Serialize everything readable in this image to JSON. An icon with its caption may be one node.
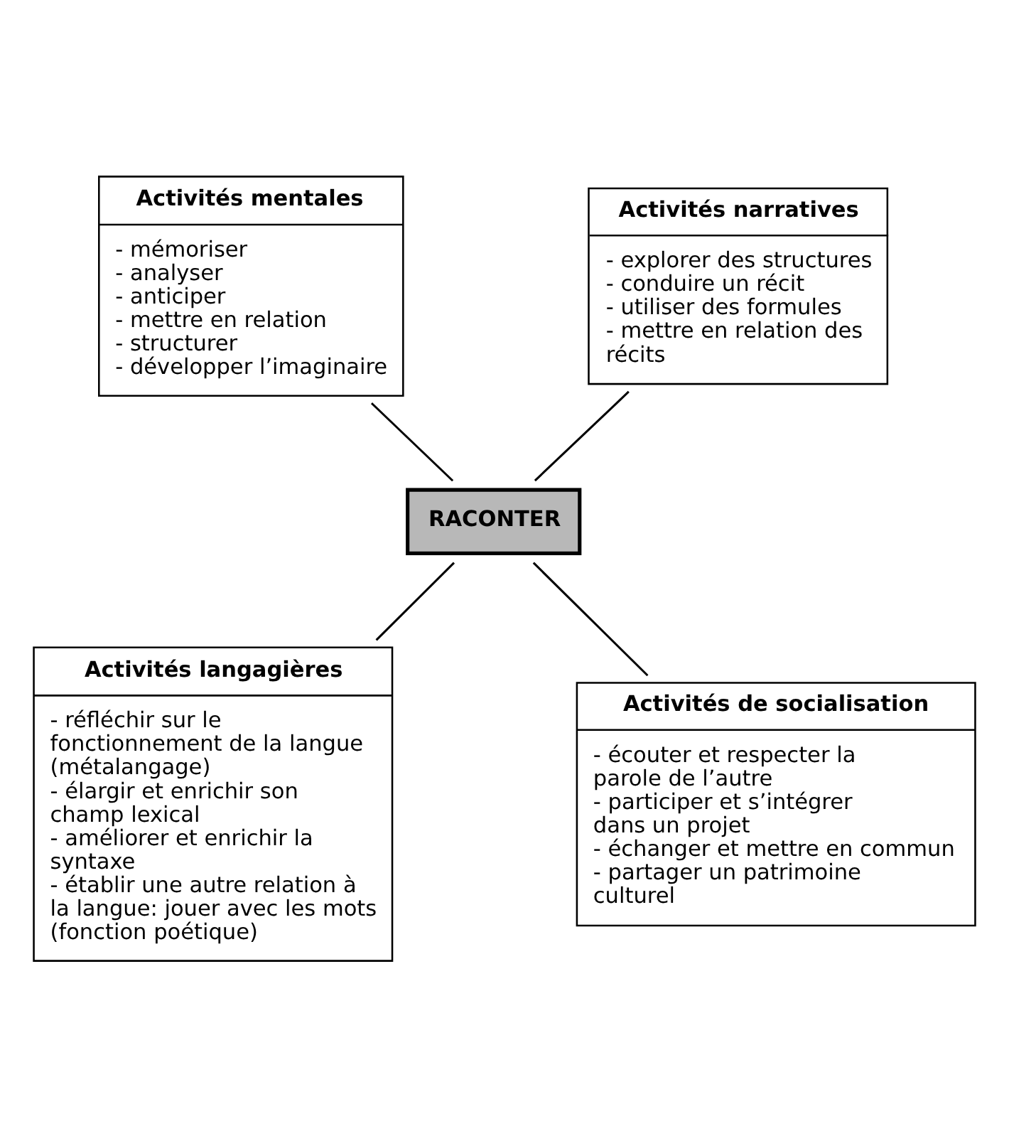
{
  "diagram": {
    "nodes": [
      {
        "text": [
          "Activités mentales",
          "- mémoriser",
          "- analyser",
          "- anticiper",
          "- mettre en relation",
          "- structurer",
          "- développer l’imaginaire"
        ]
      },
      {
        "text": [
          "Activités narratives",
          "- explorer des structures",
          "- conduire un récit",
          "- utiliser des formules",
          "- mettre en relation des récits"
        ]
      },
      {
        "text": [
          "RACONTER"
        ]
      },
      {
        "text": [
          "Activités langagières",
          "- réfléchir sur le fonctionnement de la langue (métalangage)",
          "- élargir et enrichir son champ lexical",
          "- améliorer et enrichir la syntaxe",
          "- établir une autre relation à la langue: jouer avec les mots (fonction poétique)"
        ]
      },
      {
        "text": [
          "Activités de socialisation",
          "- écouter et respecter la parole de l’autre",
          "- participer et s’intégrer dans un projet",
          "- échanger et mettre en commun",
          "- partager un patrimoine culturel"
        ]
      }
    ],
    "edges": [
      {
        "from": 0,
        "to": 2,
        "arrow": "none"
      },
      {
        "from": 1,
        "to": 2,
        "arrow": "none"
      },
      {
        "from": 2,
        "to": 3,
        "arrow": "none"
      },
      {
        "from": 2,
        "to": 4,
        "arrow": "none"
      }
    ]
  }
}
